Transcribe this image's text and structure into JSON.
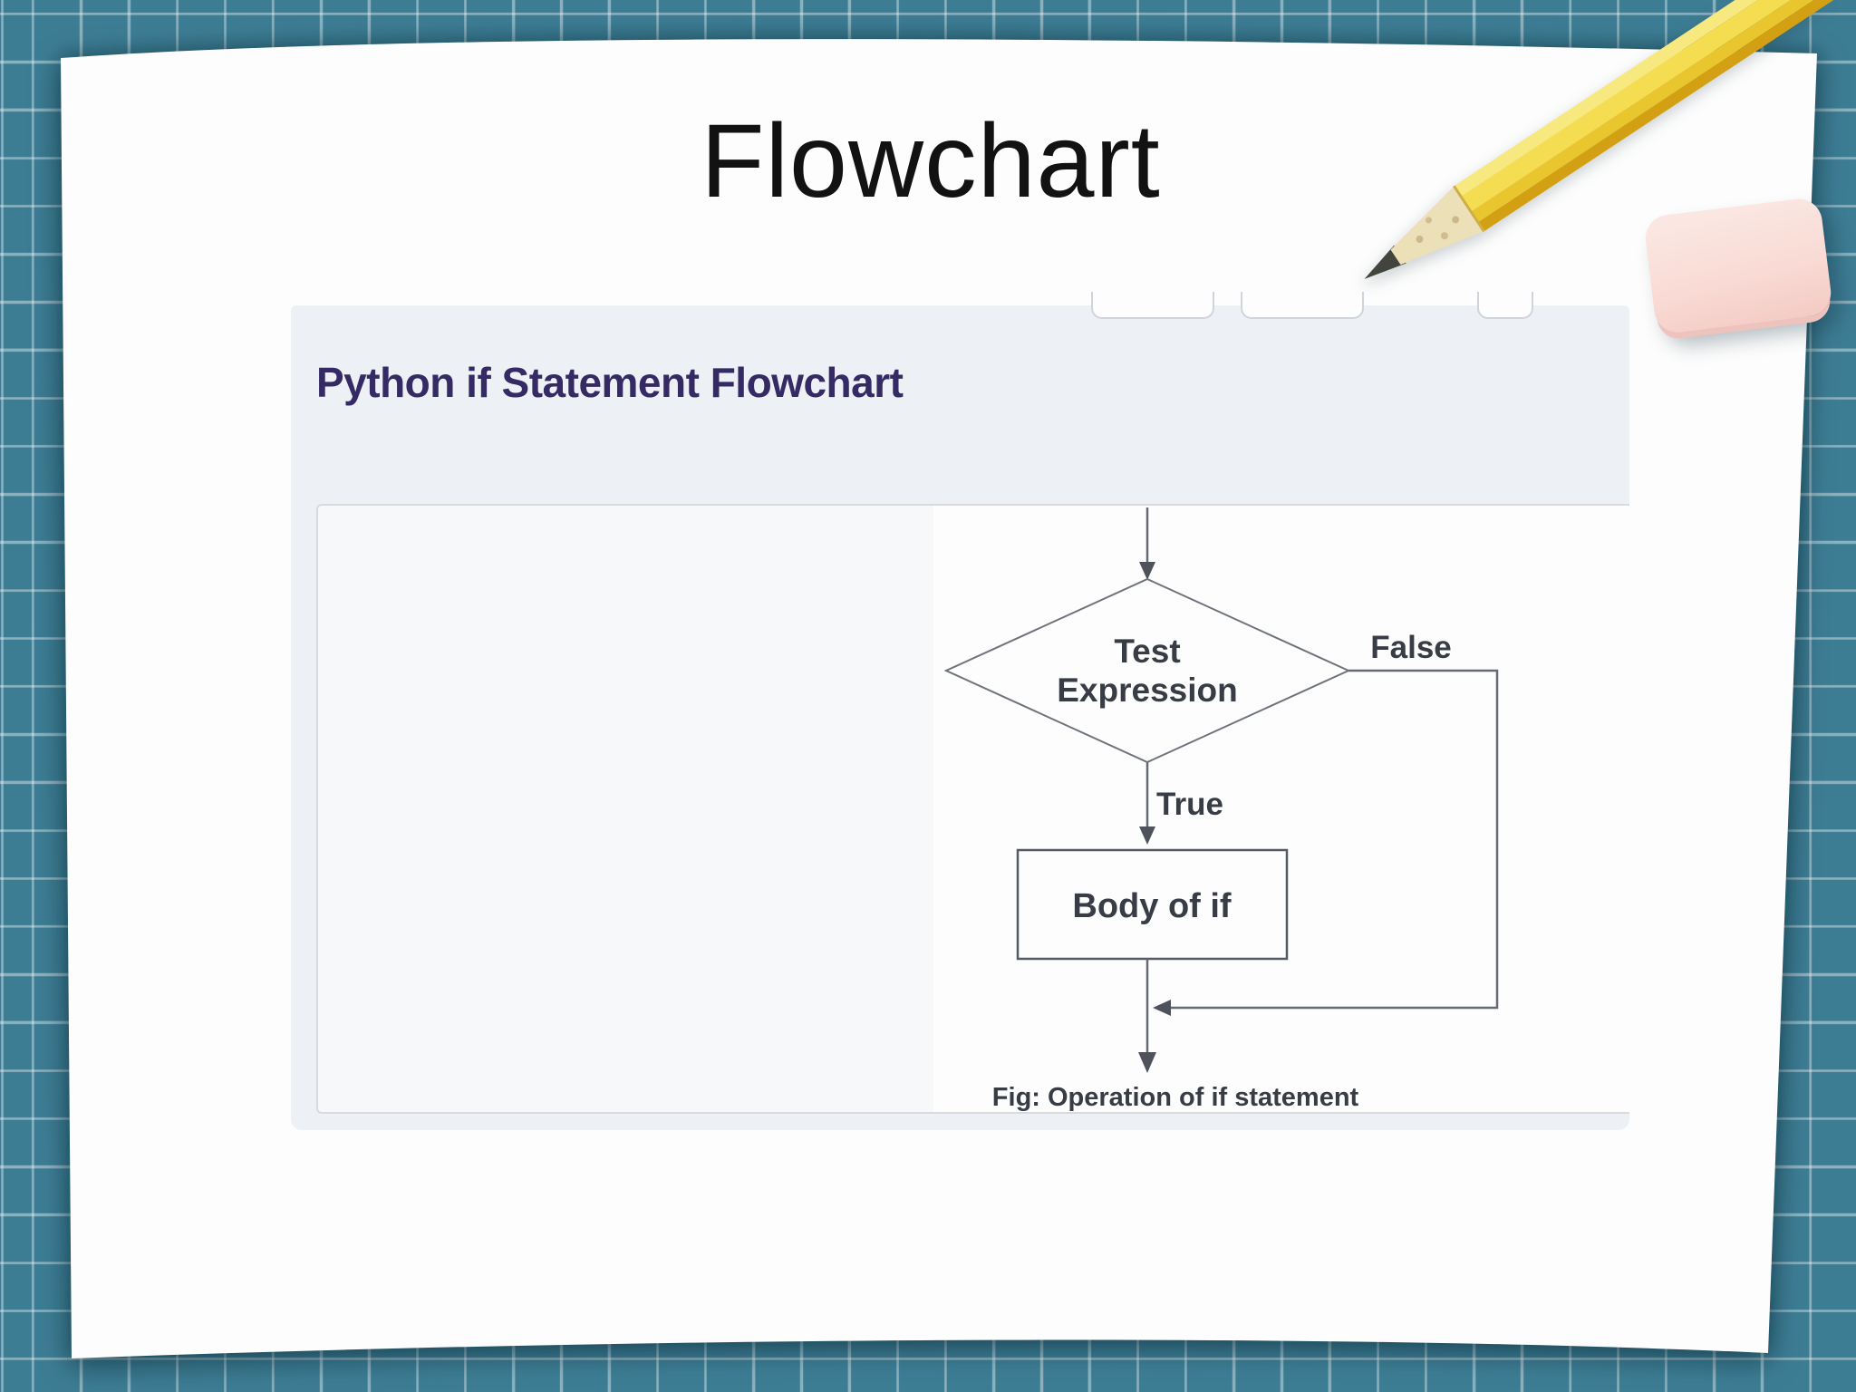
{
  "slide": {
    "title": "Flowchart"
  },
  "screenshot": {
    "heading": "Python if Statement Flowchart",
    "flowchart": {
      "decision": {
        "line1": "Test",
        "line2": "Expression"
      },
      "true_label": "True",
      "false_label": "False",
      "process_box_label": "Body of if",
      "caption": "Fig: Operation of if statement"
    }
  },
  "decorations": {
    "pencil_icon": "pencil-icon",
    "eraser_icon": "eraser-icon"
  },
  "colors": {
    "mat_teal": "#3d7d94",
    "grid_line": "rgba(255,255,255,0.40)",
    "paper_white": "#fdfdfd",
    "title_black": "#121212",
    "heading_purple": "#352a63",
    "screenshot_bg": "#edf1f6",
    "panel_bg": "#f7f8fa",
    "figure_bg": "#fdfdfe",
    "flow_stroke": "#666b73",
    "flow_text": "#383d45",
    "pencil_yellow": "#f5dd52",
    "pencil_dark_yellow": "#d3a014",
    "pencil_wood": "#ece0b8",
    "graphite": "#44443e",
    "eraser_pink": "#f9dad4"
  }
}
